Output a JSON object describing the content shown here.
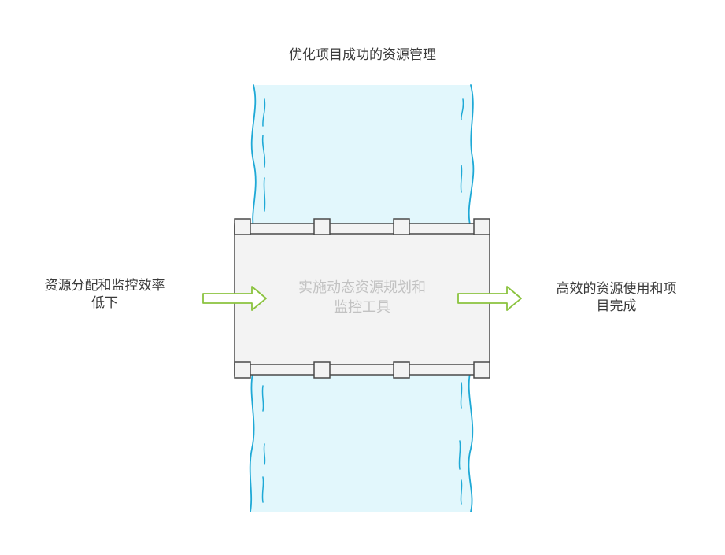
{
  "diagram": {
    "title": "优化项目成功的资源管理",
    "input_label": "资源分配和监控效率\n低下",
    "bridge_label": "实施动态资源规划和\n监控工具",
    "output_label": "高效的资源使用和项\n目完成"
  },
  "colors": {
    "river_fill": "#e2f7fc",
    "river_edge": "#1ea9d6",
    "bridge_fill": "#f3f3f3",
    "bridge_stroke": "#4a4a4a",
    "arrow_stroke": "#8bc33f",
    "text": "#3a3a3a",
    "bridge_text": "#c2c2c2"
  }
}
